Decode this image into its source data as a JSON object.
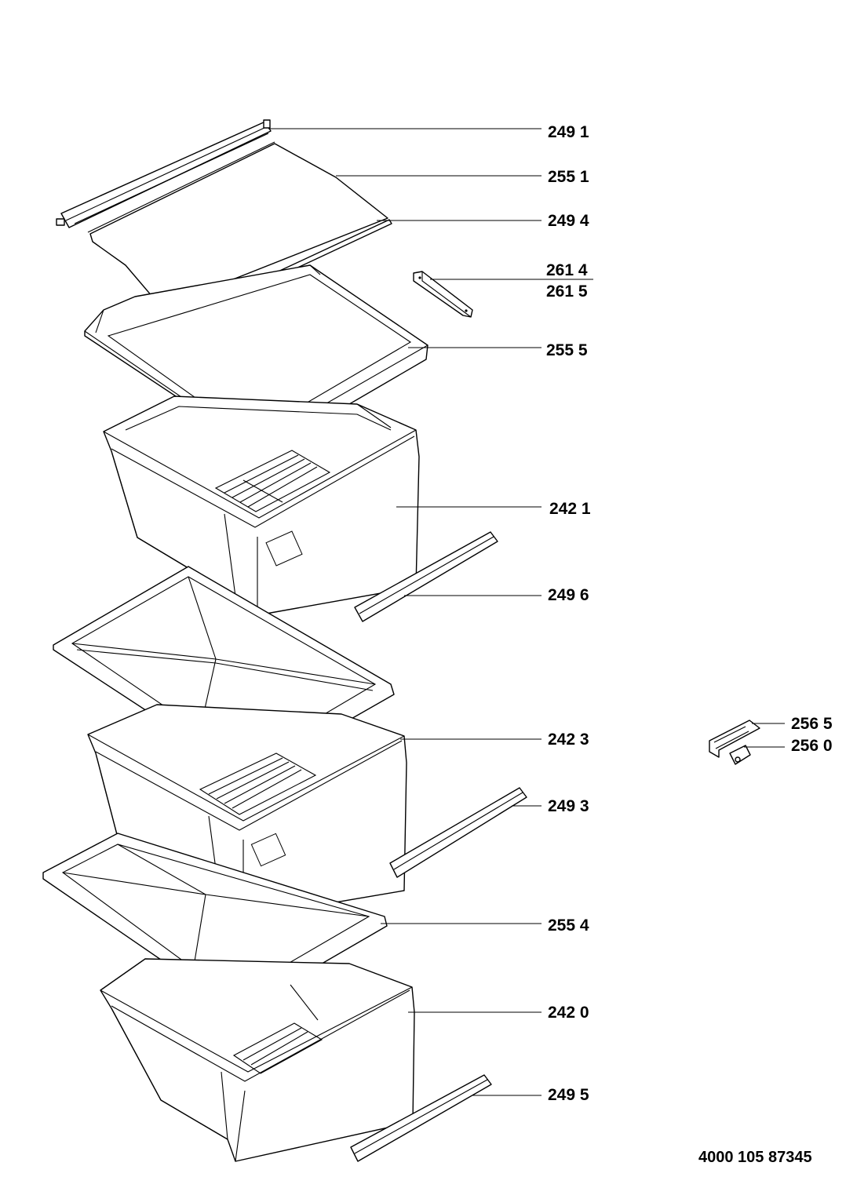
{
  "labels": {
    "p2491": "249 1",
    "p2551": "255 1",
    "p2494": "249 4",
    "p2614": "261 4",
    "p2615": "261 5",
    "p2555": "255 5",
    "p2421": "242 1",
    "p2496": "249 6",
    "p2423": "242 3",
    "p2493": "249 3",
    "p2554": "255 4",
    "p2420": "242 0",
    "p2495": "249 5",
    "p2565": "256 5",
    "p2560": "256 0"
  },
  "document_number": "4000 105 87345"
}
